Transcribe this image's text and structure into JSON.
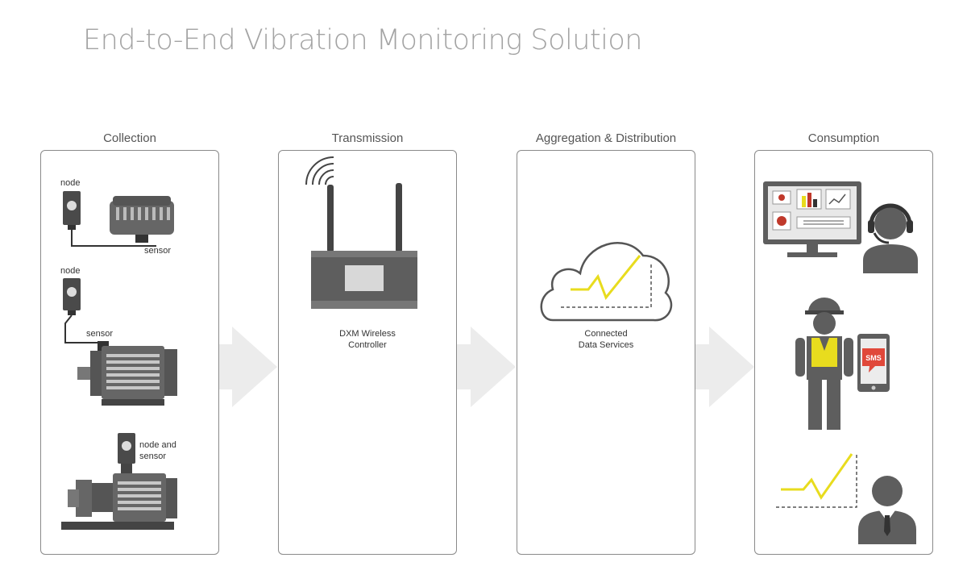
{
  "title": "End-to-End Vibration Monitoring Solution",
  "stages": [
    {
      "label": "Collection"
    },
    {
      "label": "Transmission"
    },
    {
      "label": "Aggregation & Distribution"
    },
    {
      "label": "Consumption"
    }
  ],
  "collection": {
    "node_1": "node",
    "sensor_1": "sensor",
    "node_2": "node",
    "sensor_2": "sensor",
    "node_sensor_line1": "node and",
    "node_sensor_line2": "sensor"
  },
  "transmission": {
    "caption_line1": "DXM Wireless",
    "caption_line2": "Controller"
  },
  "aggregation": {
    "caption_line1": "Connected",
    "caption_line2": "Data Services"
  },
  "consumption": {
    "sms_label": "SMS"
  },
  "colors": {
    "accent_yellow": "#e8dc1e",
    "device_gray": "#5e5e5e",
    "arrow_gray": "#ececec",
    "panel_border": "#8a8a8a",
    "title_gray": "#a3a3a3",
    "sms_red": "#e0483a"
  }
}
